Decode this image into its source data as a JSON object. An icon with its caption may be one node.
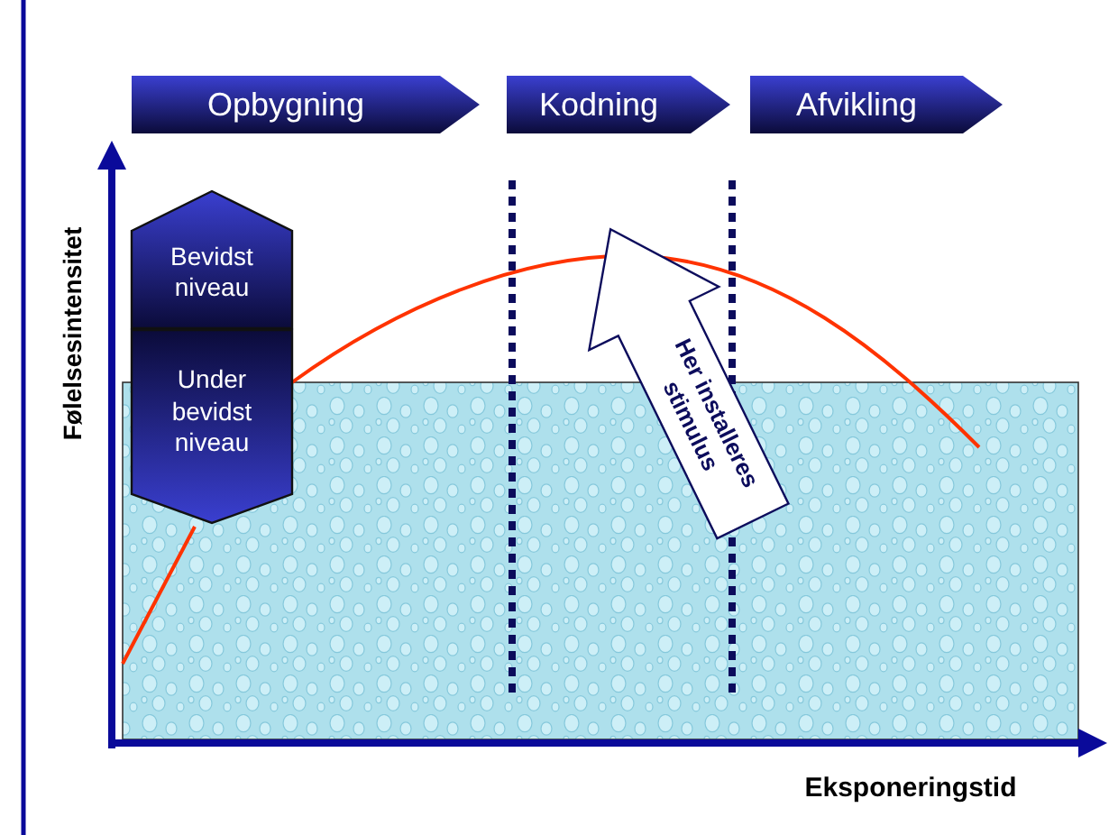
{
  "diagram": {
    "nodes": [
      {
        "text": [
          "Opbygning"
        ]
      },
      {
        "text": [
          "Kodning"
        ]
      },
      {
        "text": [
          "Afvikling"
        ]
      },
      {
        "text": [
          "Bevidst niveau"
        ]
      },
      {
        "text": [
          "Under bevidst niveau"
        ]
      },
      {
        "text": [
          "Her installeres stimulus"
        ]
      }
    ],
    "edges": [],
    "labels": [
      "Følelsesintensitet",
      "Eksponeringstid"
    ]
  }
}
